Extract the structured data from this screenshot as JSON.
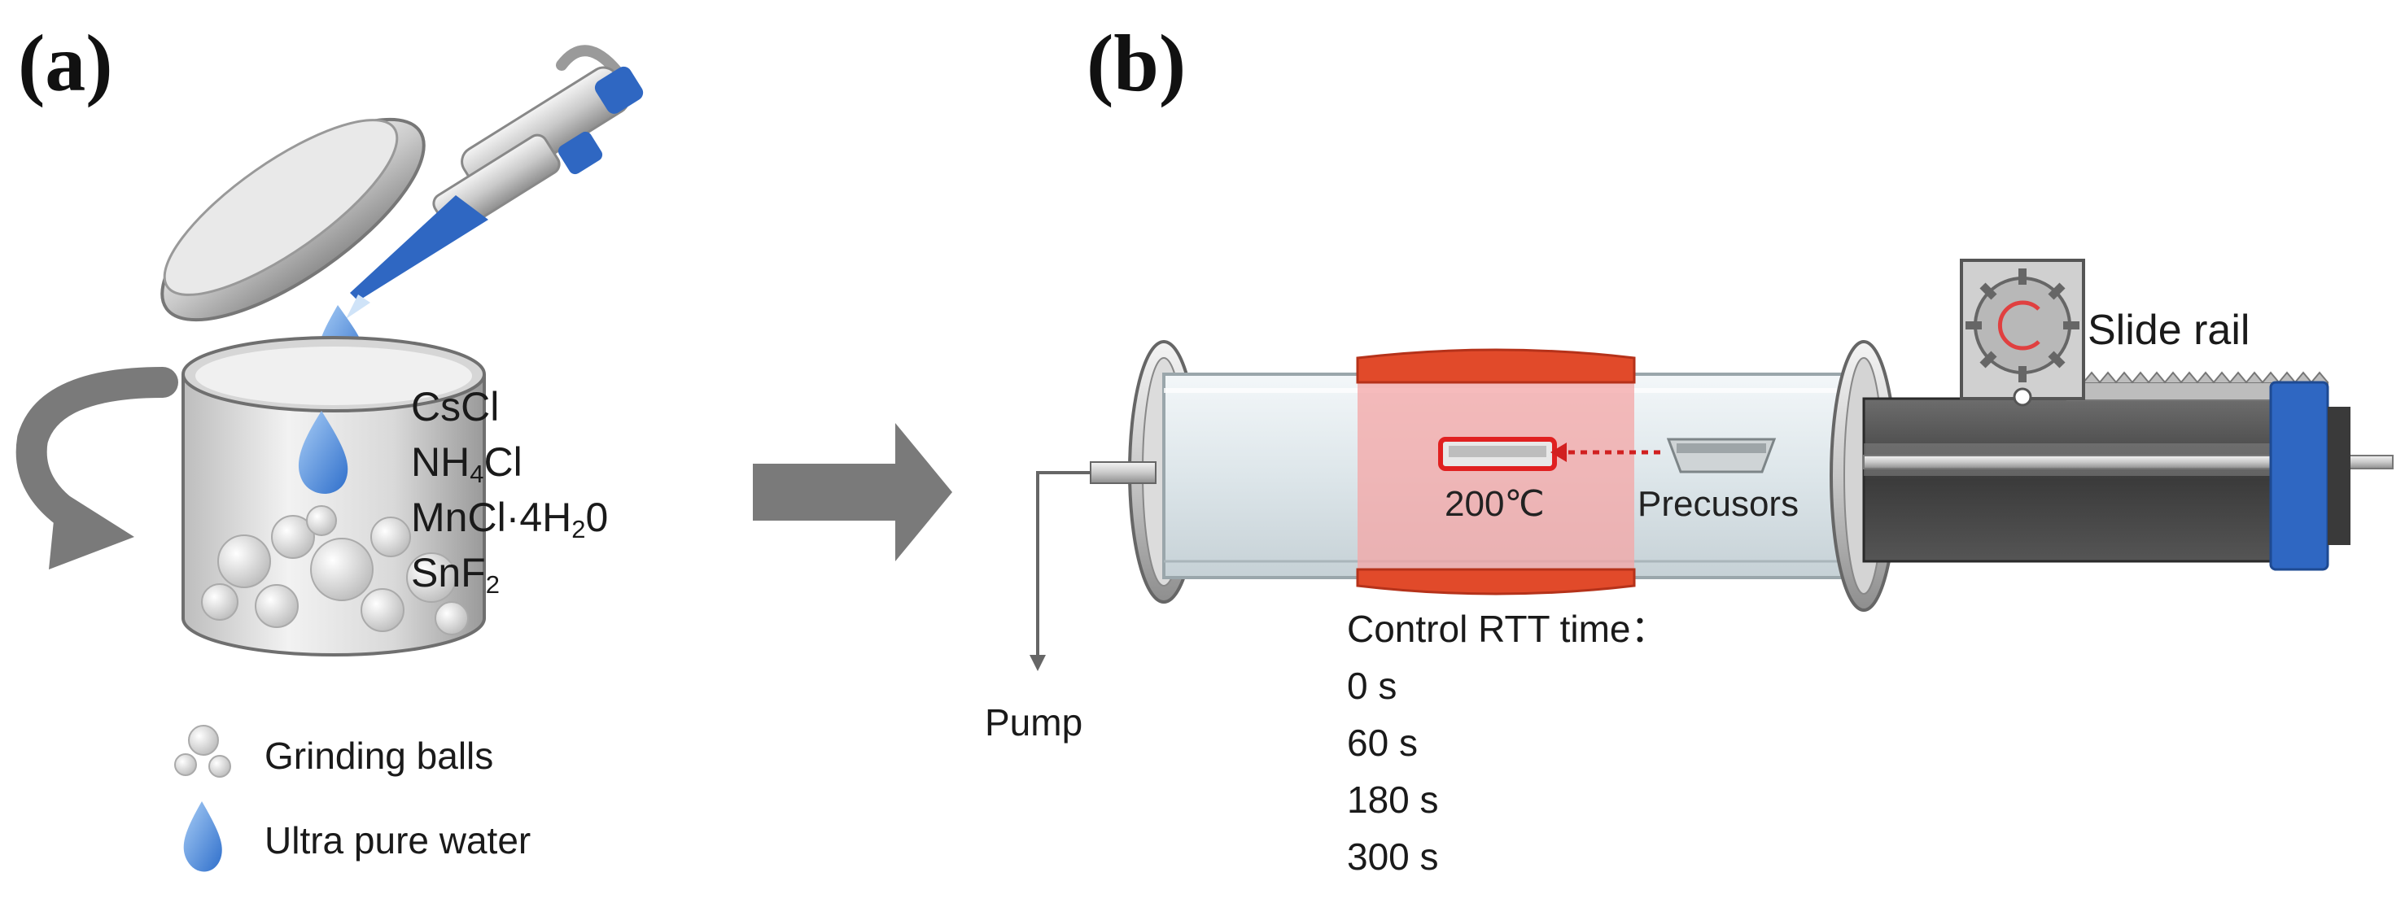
{
  "panels": {
    "a": "(a)",
    "b": "(b)"
  },
  "reagents": [
    {
      "main": "CsCl",
      "parts": []
    },
    {
      "main": "NH",
      "parts": [
        [
          "4",
          "sub"
        ],
        [
          "Cl",
          "txt"
        ]
      ]
    },
    {
      "main": "MnCl·4H",
      "parts": [
        [
          "2",
          "sub"
        ],
        [
          "0",
          "txt"
        ]
      ]
    },
    {
      "main": "SnF",
      "parts": [
        [
          "2",
          "sub"
        ]
      ]
    }
  ],
  "legend": {
    "grinding_balls": "Grinding balls",
    "water": "Ultra pure water"
  },
  "labels": {
    "slide_rail": "Slide rail",
    "temperature": "200℃",
    "precursors": "Precusors",
    "pump": "Pump",
    "control_title": "Control RTT time：",
    "times": [
      "0 s",
      "60 s",
      "180 s",
      "300 s"
    ]
  },
  "colors": {
    "heater": "#e14a2a",
    "heat_zone": "#f7b8b8",
    "water": "#3a7fd6",
    "arrow": "#7a7a7a",
    "rail": "#4a4a4a",
    "motor": "#2f67c2"
  },
  "icons": [
    "rotation-arrow-icon",
    "pipette-icon",
    "water-drop-icon",
    "grinding-balls-icon",
    "process-arrow-icon",
    "gear-icon"
  ]
}
